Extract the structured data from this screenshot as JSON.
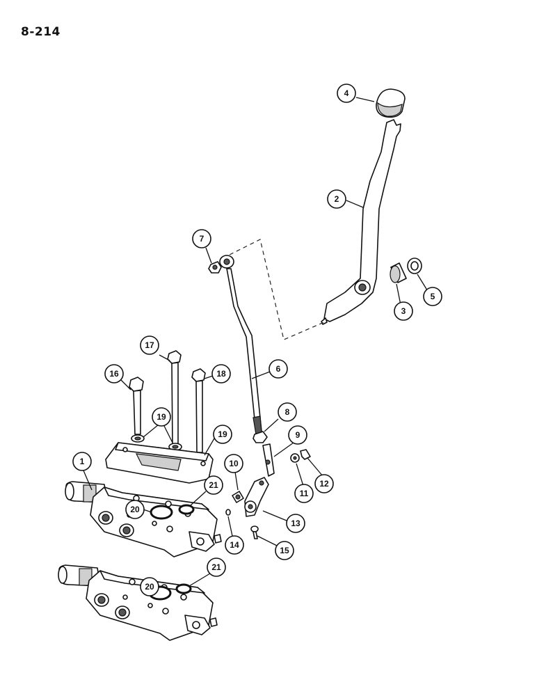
{
  "page_number": "8-214",
  "callouts": [
    {
      "label": "4"
    },
    {
      "label": "2"
    },
    {
      "label": "7"
    },
    {
      "label": "5"
    },
    {
      "label": "3"
    },
    {
      "label": "17"
    },
    {
      "label": "6"
    },
    {
      "label": "16"
    },
    {
      "label": "18"
    },
    {
      "label": "19"
    },
    {
      "label": "19"
    },
    {
      "label": "8"
    },
    {
      "label": "9"
    },
    {
      "label": "1"
    },
    {
      "label": "10"
    },
    {
      "label": "12"
    },
    {
      "label": "11"
    },
    {
      "label": "21"
    },
    {
      "label": "20"
    },
    {
      "label": "13"
    },
    {
      "label": "14"
    },
    {
      "label": "15"
    },
    {
      "label": "21"
    },
    {
      "label": "20"
    }
  ]
}
